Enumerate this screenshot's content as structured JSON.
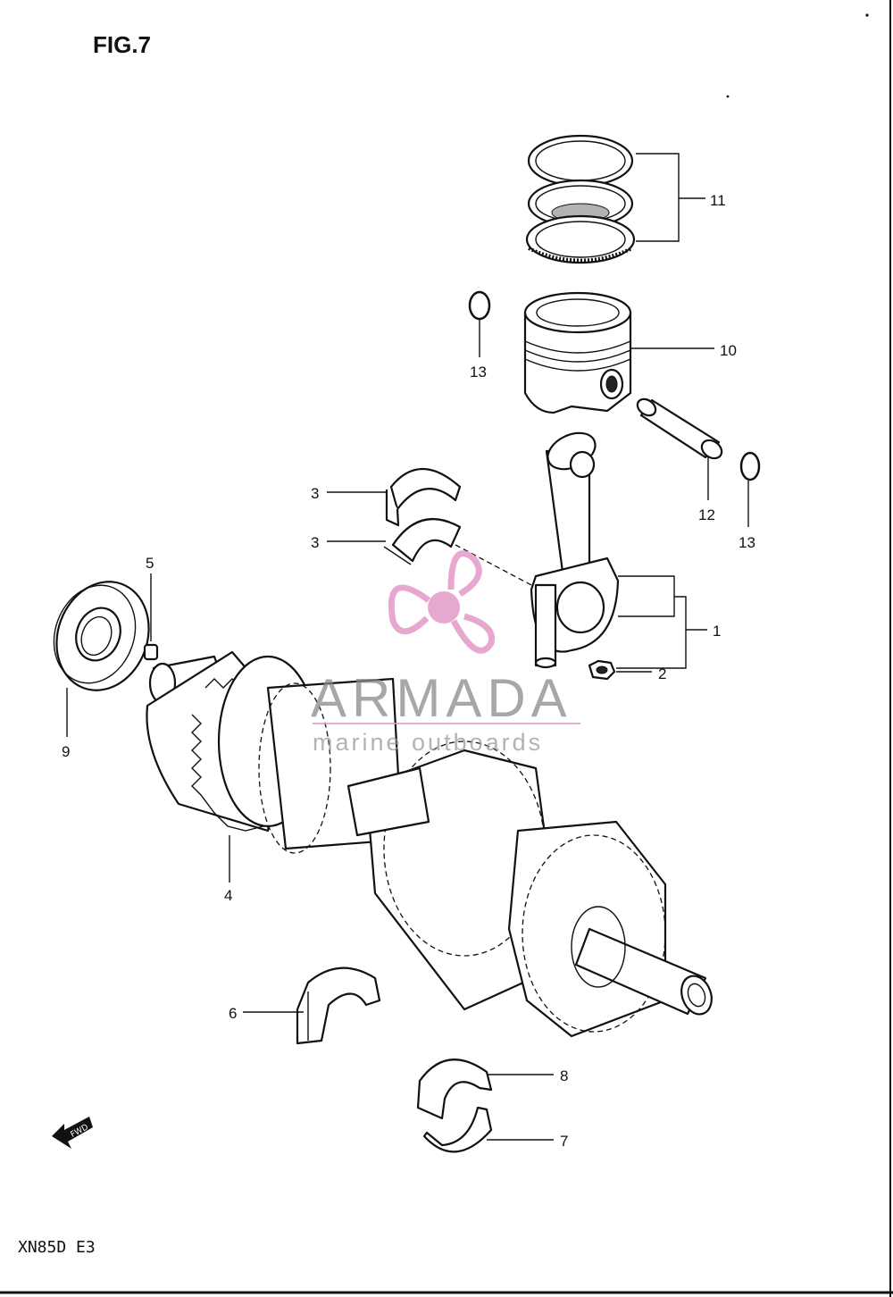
{
  "figure": {
    "title": "FIG.7",
    "model": "XN85D  E3"
  },
  "callouts": {
    "c1": "1",
    "c2": "2",
    "c3a": "3",
    "c3b": "3",
    "c4": "4",
    "c5": "5",
    "c6": "6",
    "c7": "7",
    "c8": "8",
    "c9": "9",
    "c10": "10",
    "c11": "11",
    "c12": "12",
    "c13a": "13",
    "c13b": "13"
  },
  "fwd_arrow": {
    "label": "FWD",
    "icon": "forward-arrow-icon"
  },
  "watermark": {
    "brand": "ARMADA",
    "tagline": "marine outboards",
    "logo": "propeller-logo-icon",
    "colors": {
      "logo": "#e39ac8",
      "text": "#8a8a8a"
    }
  }
}
